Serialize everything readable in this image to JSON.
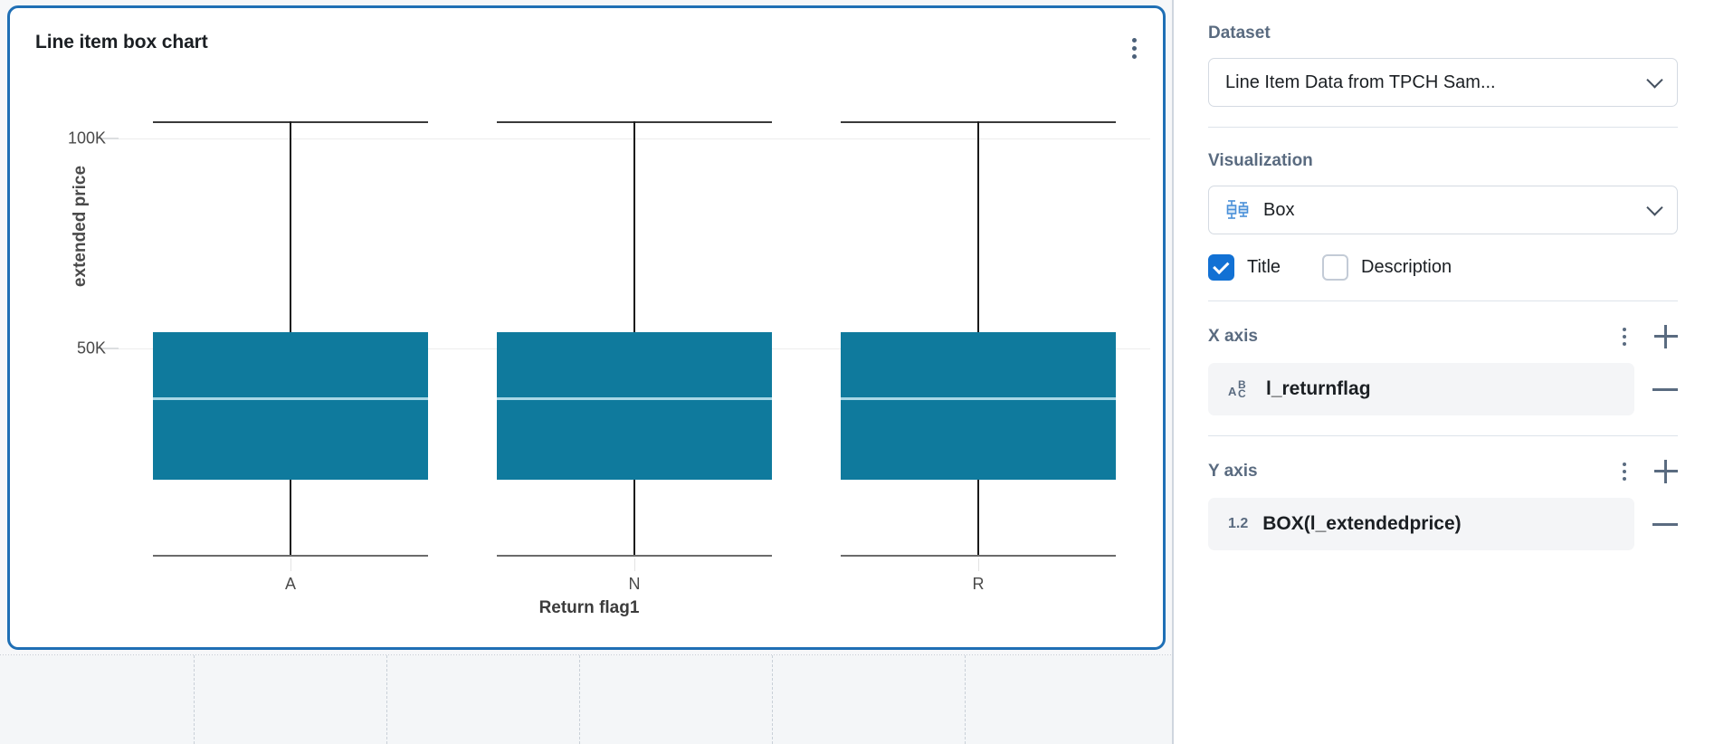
{
  "card": {
    "title": "Line item box chart",
    "menu_icon": "kebab-menu-icon"
  },
  "chart_data": {
    "type": "box",
    "title": "Line item box chart",
    "xlabel": "Return flag1",
    "ylabel": "extended price",
    "categories": [
      "A",
      "N",
      "R"
    ],
    "ytick_labels": [
      "100K",
      "50K"
    ],
    "ytick_values": [
      100000,
      50000
    ],
    "ylim": [
      0,
      118000
    ],
    "grid": true,
    "legend": false,
    "series_color": "#0f7a9d",
    "boxes": [
      {
        "category": "A",
        "whisker_low": 900,
        "q1": 18700,
        "median": 38200,
        "q3": 53800,
        "whisker_high": 104000
      },
      {
        "category": "N",
        "whisker_low": 900,
        "q1": 18700,
        "median": 38200,
        "q3": 53800,
        "whisker_high": 104000
      },
      {
        "category": "R",
        "whisker_low": 900,
        "q1": 18700,
        "median": 38200,
        "q3": 53800,
        "whisker_high": 104000
      }
    ]
  },
  "panel": {
    "dataset": {
      "label": "Dataset",
      "value": "Line Item Data from TPCH Sam...",
      "chevron_icon": "chevron-down-icon"
    },
    "visualization": {
      "label": "Visualization",
      "value": "Box",
      "icon": "box-plot-icon",
      "chevron_icon": "chevron-down-icon",
      "title_checkbox": {
        "label": "Title",
        "checked": true
      },
      "description_checkbox": {
        "label": "Description",
        "checked": false
      }
    },
    "x_axis": {
      "label": "X axis",
      "menu_icon": "kebab-menu-icon",
      "add_icon": "plus-icon",
      "fields": [
        {
          "type_icon": "abc-text-type-icon",
          "type_badge": "ABC",
          "name": "l_returnflag",
          "remove_icon": "minus-icon"
        }
      ]
    },
    "y_axis": {
      "label": "Y axis",
      "menu_icon": "kebab-menu-icon",
      "add_icon": "plus-icon",
      "fields": [
        {
          "type_icon": "number-type-icon",
          "type_badge": "1.2",
          "name": "BOX(l_extendedprice)",
          "remove_icon": "minus-icon"
        }
      ]
    }
  }
}
